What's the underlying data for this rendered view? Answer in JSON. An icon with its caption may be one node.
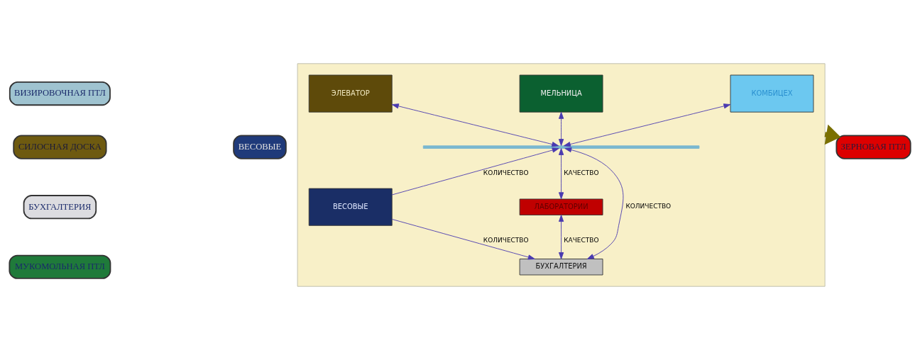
{
  "diagram": {
    "nodes": [
      {
        "text": [
          "ВИЗИРОВОЧНАЯ ПТЛ"
        ]
      },
      {
        "text": [
          "ВЕСОВЫЕ"
        ]
      },
      {
        "text": [
          "СИЛОСНАЯ ДОСКА"
        ]
      },
      {
        "text": [
          "ЗЕРНОВАЯ ПТЛ"
        ]
      },
      {
        "text": [
          "БУХГАЛТЕРИЯ"
        ]
      },
      {
        "text": [
          "МУКОМОЛЬНАЯ ПТЛ"
        ]
      },
      {
        "text": [],
        "shape": "box"
      },
      {
        "text": [
          "ЭЛЕВАТОР"
        ],
        "in": 6
      },
      {
        "text": [
          "МЕЛЬНИЦА"
        ],
        "in": 6
      },
      {
        "text": [
          "КОМБИЦЕХ"
        ],
        "in": 6
      },
      {
        "text": [],
        "shape": "bar",
        "in": 6
      },
      {
        "text": [
          "ВЕСОВЫЕ"
        ],
        "in": 6
      },
      {
        "text": [
          "ЛАБОРАТОРИИ"
        ],
        "in": 6
      },
      {
        "text": [
          "БУХГАЛТЕРИЯ"
        ],
        "in": 6
      }
    ],
    "edges": [
      {
        "from": 6,
        "to": 3,
        "arrow": "to",
        "style": "thick",
        "color": "#7a7000"
      },
      {
        "from": 7,
        "to": 10,
        "arrow": "both"
      },
      {
        "from": 8,
        "to": 10,
        "arrow": "both"
      },
      {
        "from": 9,
        "to": 10,
        "arrow": "both"
      },
      {
        "from": 11,
        "to": 10,
        "arrow": "to",
        "label": "КОЛИЧЕСТВО"
      },
      {
        "from": 12,
        "to": 10,
        "arrow": "both",
        "label": "КАЧЕСТВО"
      },
      {
        "from": 12,
        "to": 13,
        "arrow": "both",
        "label": "КАЧЕСТВО"
      },
      {
        "from": 13,
        "to": 10,
        "arrow": "both",
        "label": "КОЛИЧЕСТВО"
      },
      {
        "from": 11,
        "to": 13,
        "arrow": "to",
        "label": "КОЛИЧЕСТВО"
      }
    ]
  }
}
